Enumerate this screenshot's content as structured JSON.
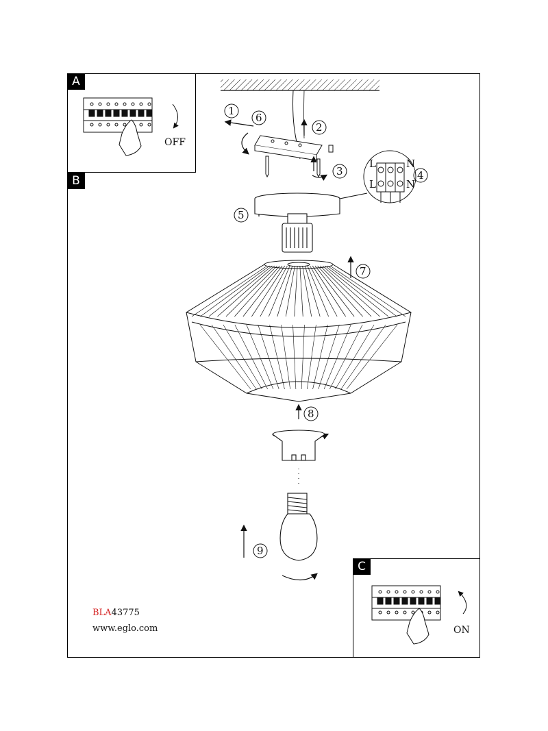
{
  "panels": {
    "a": {
      "tag": "A",
      "state_label": "OFF"
    },
    "b": {
      "tag": "B"
    },
    "c": {
      "tag": "C",
      "state_label": "ON"
    }
  },
  "steps": [
    "1",
    "2",
    "3",
    "4",
    "5",
    "6",
    "7",
    "8",
    "9"
  ],
  "terminal_labels": {
    "left_top": "L",
    "left_bottom": "L",
    "right_top": "N",
    "right_bottom": "N"
  },
  "footer": {
    "model_prefix": "BLA",
    "model_number": "43775",
    "website": "www.eglo.com"
  },
  "colors": {
    "line": "#111111",
    "model_prefix": "#d42020"
  }
}
